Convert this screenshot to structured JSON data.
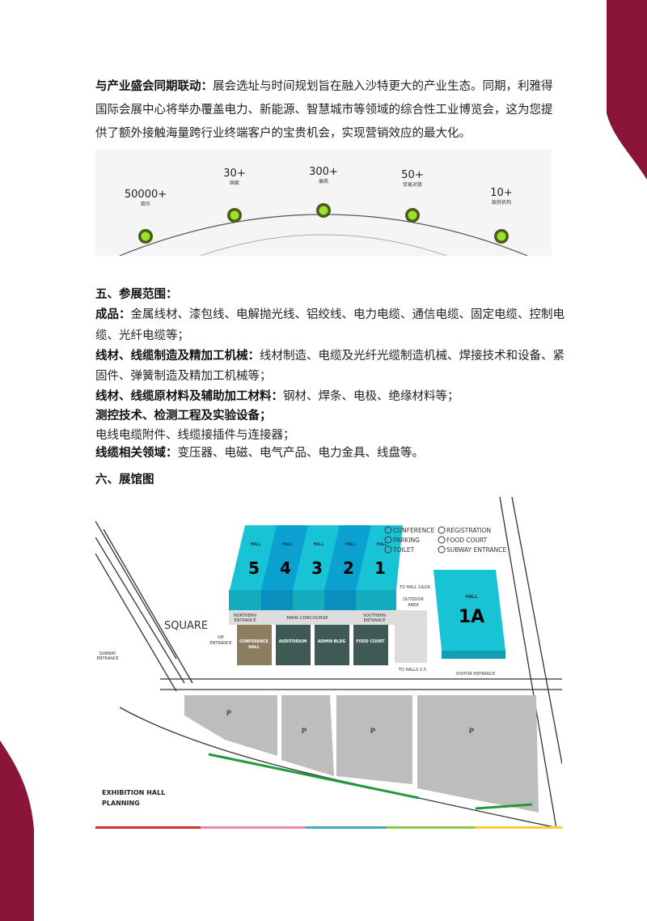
{
  "theme": {
    "maroon": "#8a1538",
    "accent_green": "#9be22a",
    "hall_cyan": "#19c3d6",
    "hall_blue": "#0aa0d0",
    "building_dark": "#3f5a55",
    "conference_brown": "#8c7d5e"
  },
  "intro": {
    "bold": "与产业盛会同期联动：",
    "text": "展会选址与时间规划旨在融入沙特更大的产业生态。同期，利雅得国际会展中心将举办覆盖电力、新能源、智慧城市等领域的综合性工业博览会，这为您提供了额外接触海量跨行业终端客户的宝贵机会，实现营销效应的最大化。"
  },
  "stats": [
    {
      "value": "50000+",
      "label": "观众"
    },
    {
      "value": "30+",
      "label": "国家"
    },
    {
      "value": "300+",
      "label": "展商"
    },
    {
      "value": "50+",
      "label": "贸易对接"
    },
    {
      "value": "10+",
      "label": "政府机构"
    }
  ],
  "section5": {
    "heading": "五、参展范围：",
    "items": [
      {
        "bold": "成品：",
        "text": "金属线材、漆包线、电解抛光线、铝绞线、电力电缆、通信电缆、固定电缆、控制电",
        "text2": "缆、光纤电缆等；"
      },
      {
        "bold": "线材、线缆制造及精加工机械：",
        "text": "线材制造、电缆及光纤光缆制造机械、焊接技术和设备、紧",
        "text2": "固件、弹簧制造及精加工机械等；"
      },
      {
        "bold": "线材、线缆原材料及辅助加工材料：",
        "text": "钢材、焊条、电极、绝缘材料等；"
      },
      {
        "bold": "测控技术、检测工程及实验设备；",
        "text": ""
      },
      {
        "bold": "",
        "text": "电线电缆附件、线缆接插件与连接器；"
      },
      {
        "bold": "线缆相关领域：",
        "text": "变压器、电磁、电气产品、电力金具、线盘等。"
      }
    ]
  },
  "section6": {
    "heading": "六、展馆图"
  },
  "map": {
    "halls": [
      {
        "label": "HALL",
        "num": "5"
      },
      {
        "label": "HALL",
        "num": "4"
      },
      {
        "label": "HALL",
        "num": "3"
      },
      {
        "label": "HALL",
        "num": "2"
      },
      {
        "label": "HALL",
        "num": "1"
      }
    ],
    "hall1a": {
      "label": "HALL",
      "num": "1A"
    },
    "legend": [
      "CONFERENCE",
      "PARKING",
      "TOILET",
      "REGISTRATION",
      "FOOD COURT",
      "SUBWAY ENTRANCE"
    ],
    "square": "SQUARE",
    "main_concourse": "MAIN CONCOURSE",
    "northern_entrance": [
      "NORTHERN",
      "ENTRANCE"
    ],
    "southern_entrance": [
      "SOUTHERN",
      "ENTRANCE"
    ],
    "vip_entrance": [
      "VIP",
      "ENTRANCE"
    ],
    "buildings": [
      [
        "CONFERENCE",
        "HALL"
      ],
      [
        "AUDITORIUM"
      ],
      [
        "ADMIN BLDG"
      ],
      [
        "FOOD COURT"
      ]
    ],
    "to_hall_1a": "TO HALL 1A/2A",
    "outdoor_area": [
      "OUTDOOR",
      "AREA"
    ],
    "to_halls_1_5": "TO HALLS 1-5",
    "visitor_entrance": "VISITOR ENTRANCE",
    "subway_entrance": [
      "SUBWAY",
      "ENTRANCE"
    ],
    "parking_symbol": "P",
    "title": [
      "EXHIBITION HALL",
      "PLANNING"
    ]
  }
}
